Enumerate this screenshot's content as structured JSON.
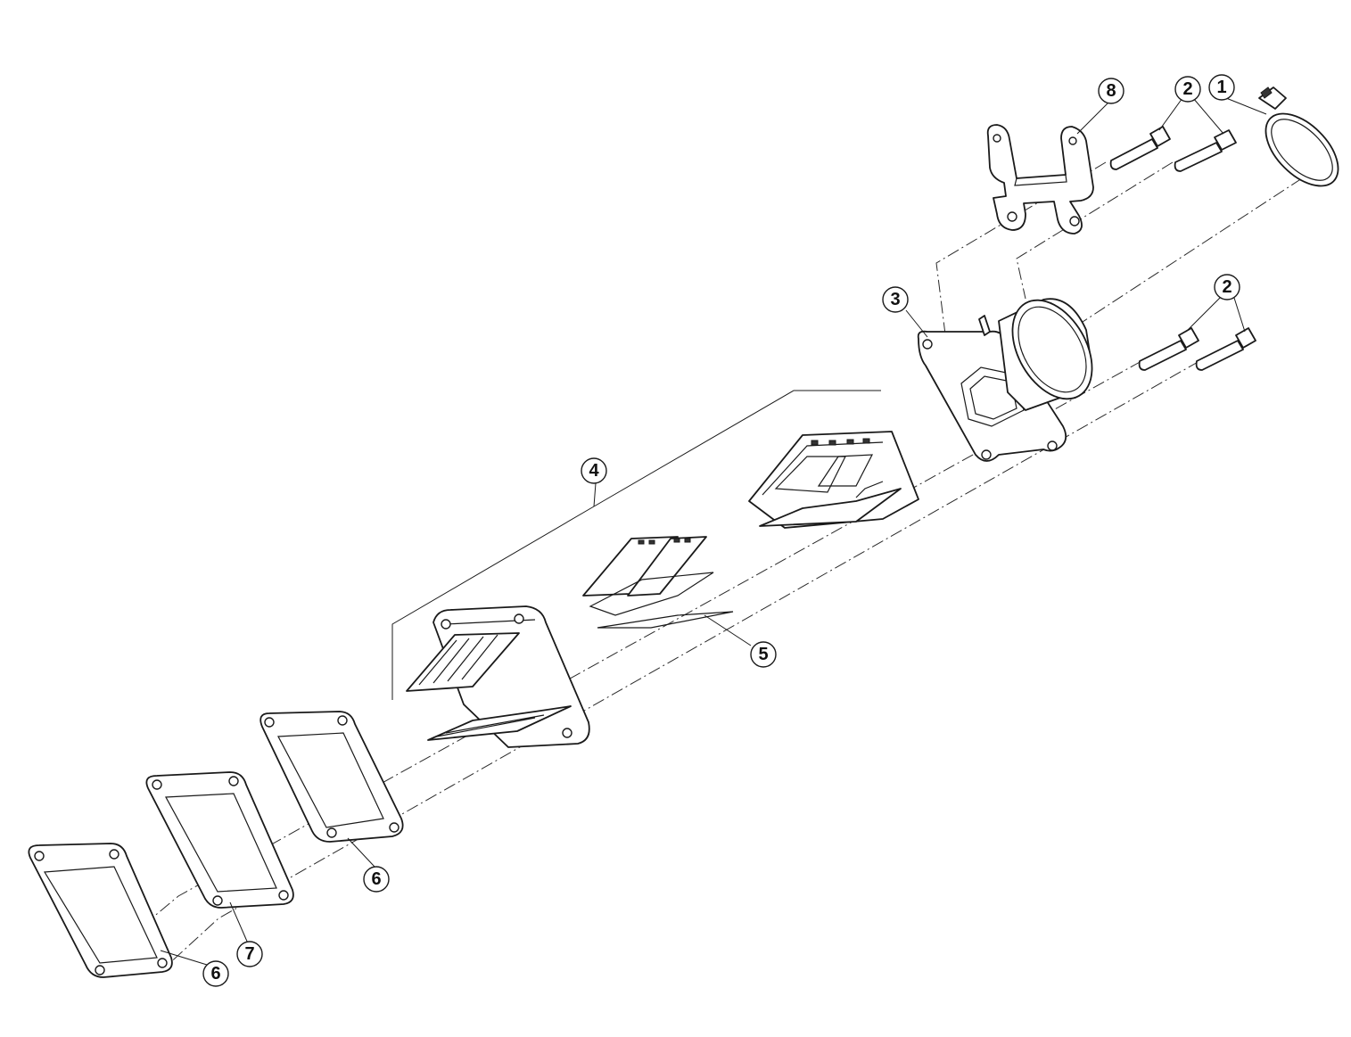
{
  "callouts": [
    {
      "id": "c1",
      "label": "1"
    },
    {
      "id": "c2a",
      "label": "2"
    },
    {
      "id": "c2b",
      "label": "2"
    },
    {
      "id": "c3",
      "label": "3"
    },
    {
      "id": "c4",
      "label": "4"
    },
    {
      "id": "c5",
      "label": "5"
    },
    {
      "id": "c6a",
      "label": "6"
    },
    {
      "id": "c6b",
      "label": "6"
    },
    {
      "id": "c7",
      "label": "7"
    },
    {
      "id": "c8",
      "label": "8"
    }
  ]
}
